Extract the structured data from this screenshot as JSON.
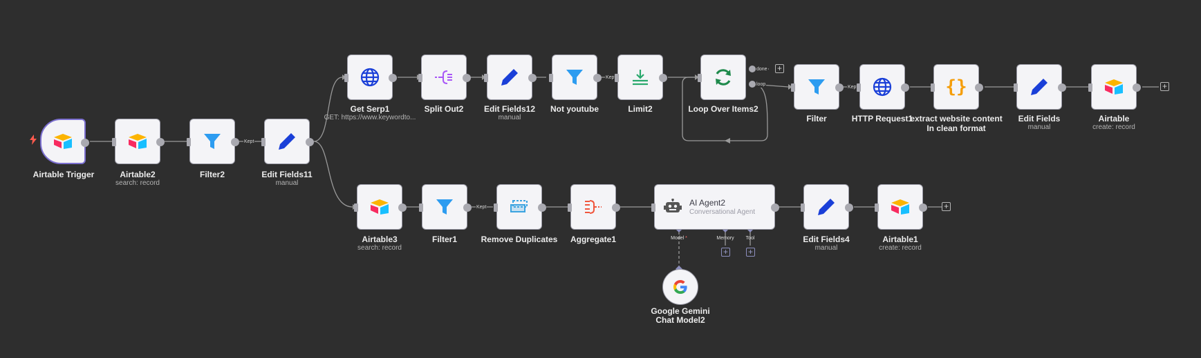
{
  "nodes": [
    {
      "id": "airtable-trigger",
      "title": "Airtable Trigger",
      "icon": "airtable-icon"
    },
    {
      "id": "airtable2",
      "title": "Airtable2",
      "subtitle": "search: record",
      "icon": "airtable-icon"
    },
    {
      "id": "filter2",
      "title": "Filter2",
      "icon": "filter-icon"
    },
    {
      "id": "edit-fields11",
      "title": "Edit Fields11",
      "subtitle": "manual",
      "icon": "pencil-icon"
    },
    {
      "id": "get-serp1",
      "title": "Get Serp1",
      "subtitle": "GET: https://www.keywordto...",
      "icon": "globe-icon"
    },
    {
      "id": "split-out2",
      "title": "Split Out2",
      "icon": "split-out-icon"
    },
    {
      "id": "edit-fields12",
      "title": "Edit Fields12",
      "subtitle": "manual",
      "icon": "pencil-icon"
    },
    {
      "id": "not-youtube",
      "title": "Not youtube",
      "icon": "filter-icon"
    },
    {
      "id": "limit2",
      "title": "Limit2",
      "icon": "limit-icon"
    },
    {
      "id": "loop-over-items2",
      "title": "Loop Over Items2",
      "icon": "loop-icon"
    },
    {
      "id": "filter",
      "title": "Filter",
      "icon": "filter-icon"
    },
    {
      "id": "http-request1",
      "title": "HTTP Request1",
      "icon": "globe-icon"
    },
    {
      "id": "extract-website-content",
      "title": "extract website content",
      "title2": "In clean format",
      "icon": "code-braces-icon"
    },
    {
      "id": "edit-fields",
      "title": "Edit Fields",
      "subtitle": "manual",
      "icon": "pencil-icon"
    },
    {
      "id": "airtable",
      "title": "Airtable",
      "subtitle": "create: record",
      "icon": "airtable-icon"
    },
    {
      "id": "airtable3",
      "title": "Airtable3",
      "subtitle": "search: record",
      "icon": "airtable-icon"
    },
    {
      "id": "filter1",
      "title": "Filter1",
      "icon": "filter-icon"
    },
    {
      "id": "remove-duplicates",
      "title": "Remove Duplicates",
      "icon": "remove-duplicates-icon"
    },
    {
      "id": "aggregate1",
      "title": "Aggregate1",
      "icon": "aggregate-icon"
    },
    {
      "id": "ai-agent2",
      "title": "AI Agent2",
      "subtitle": "Conversational Agent",
      "icon": "robot-icon"
    },
    {
      "id": "edit-fields4",
      "title": "Edit Fields4",
      "subtitle": "manual",
      "icon": "pencil-icon"
    },
    {
      "id": "airtable1",
      "title": "Airtable1",
      "subtitle": "create: record",
      "icon": "airtable-icon"
    },
    {
      "id": "google-gemini",
      "title": "Google Gemini",
      "title2": "Chat Model2",
      "icon": "google-icon"
    }
  ],
  "edge_labels": {
    "kept": "Kept",
    "done": "done",
    "loop": "loop"
  },
  "agent_inputs": {
    "model": "Model",
    "model_required": "*",
    "memory": "Memory",
    "tool": "Tool"
  },
  "colors": {
    "canvas": "#2e2e2e",
    "node_bg": "#f4f4f7",
    "filter": "#2d9cf0",
    "pencil": "#1a3fd8",
    "globe": "#1a3fd8",
    "loop": "#1f8a4c",
    "limit": "#28a86c",
    "code": "#f59e0b",
    "split": "#a855f7",
    "aggregate": "#f0553c",
    "remove": "#3aa3e0",
    "trigger_bolt": "#ff5a4e"
  }
}
